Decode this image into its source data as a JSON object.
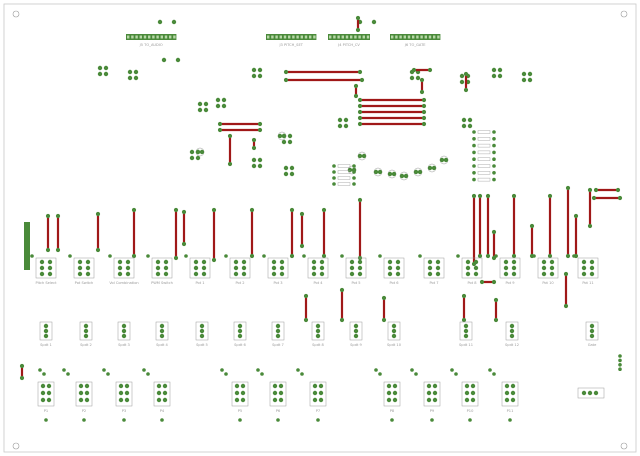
{
  "board": {
    "background": "#ffffff",
    "outline_color": "#c8c8c8",
    "trace_color": "#a01818",
    "pad_color": "#4a8a3a",
    "via_color": "#3d7b32",
    "silk_color": "#9a9a9a"
  },
  "header_labels": [
    "J5 TO_AUDIO",
    "J3 PITCH_SET",
    "J4 PITCH_CV",
    "J6 TO_GATE"
  ],
  "jack_labels": [
    "Pitch Select",
    "Pot Switch",
    "Vol Combination",
    "PWM Switch",
    "Pot 1",
    "Pot 2",
    "Pot 3",
    "Pot 4",
    "Pot 5",
    "Pot 6",
    "Pot 7",
    "Pot 8",
    "Pot 9",
    "Pot 10",
    "Pot 11"
  ],
  "switch_labels": [
    "Spdt 1",
    "Spdt 2",
    "Spdt 3",
    "Spdt 4",
    "Spdt 5",
    "Spdt 6",
    "Spdt 7",
    "Spdt 8",
    "Spdt 9",
    "Spdt 10",
    "Spdt 11",
    "Spdt 12",
    "Gate"
  ],
  "pot_labels": [
    "P1",
    "P2",
    "P3",
    "P4",
    "P5",
    "P6",
    "P7",
    "P8",
    "P9",
    "P10",
    "P11",
    "P12"
  ]
}
